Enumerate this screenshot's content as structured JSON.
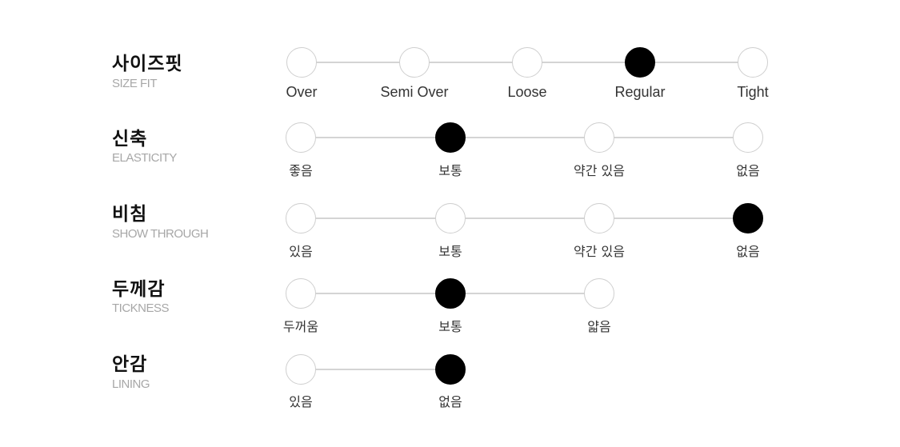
{
  "rows": [
    {
      "title": "사이즈핏",
      "subtitle": "SIZE FIT",
      "options": [
        "Over",
        "Semi Over",
        "Loose",
        "Regular",
        "Tight"
      ],
      "selected": 3
    },
    {
      "title": "신축",
      "subtitle": "ELASTICITY",
      "options": [
        "좋음",
        "보통",
        "약간 있음",
        "없음"
      ],
      "selected": 1
    },
    {
      "title": "비침",
      "subtitle": "SHOW THROUGH",
      "options": [
        "있음",
        "보통",
        "약간 있음",
        "없음"
      ],
      "selected": 3
    },
    {
      "title": "두께감",
      "subtitle": "TICKNESS",
      "options": [
        "두꺼움",
        "보통",
        "얇음"
      ],
      "selected": 1
    },
    {
      "title": "안감",
      "subtitle": "LINING",
      "options": [
        "있음",
        "없음"
      ],
      "selected": 1
    }
  ],
  "colors": {
    "selected": "#000000",
    "unselected_border": "#cfcfcf",
    "track": "#d4d4d4",
    "subtitle": "#a7a7a7"
  }
}
